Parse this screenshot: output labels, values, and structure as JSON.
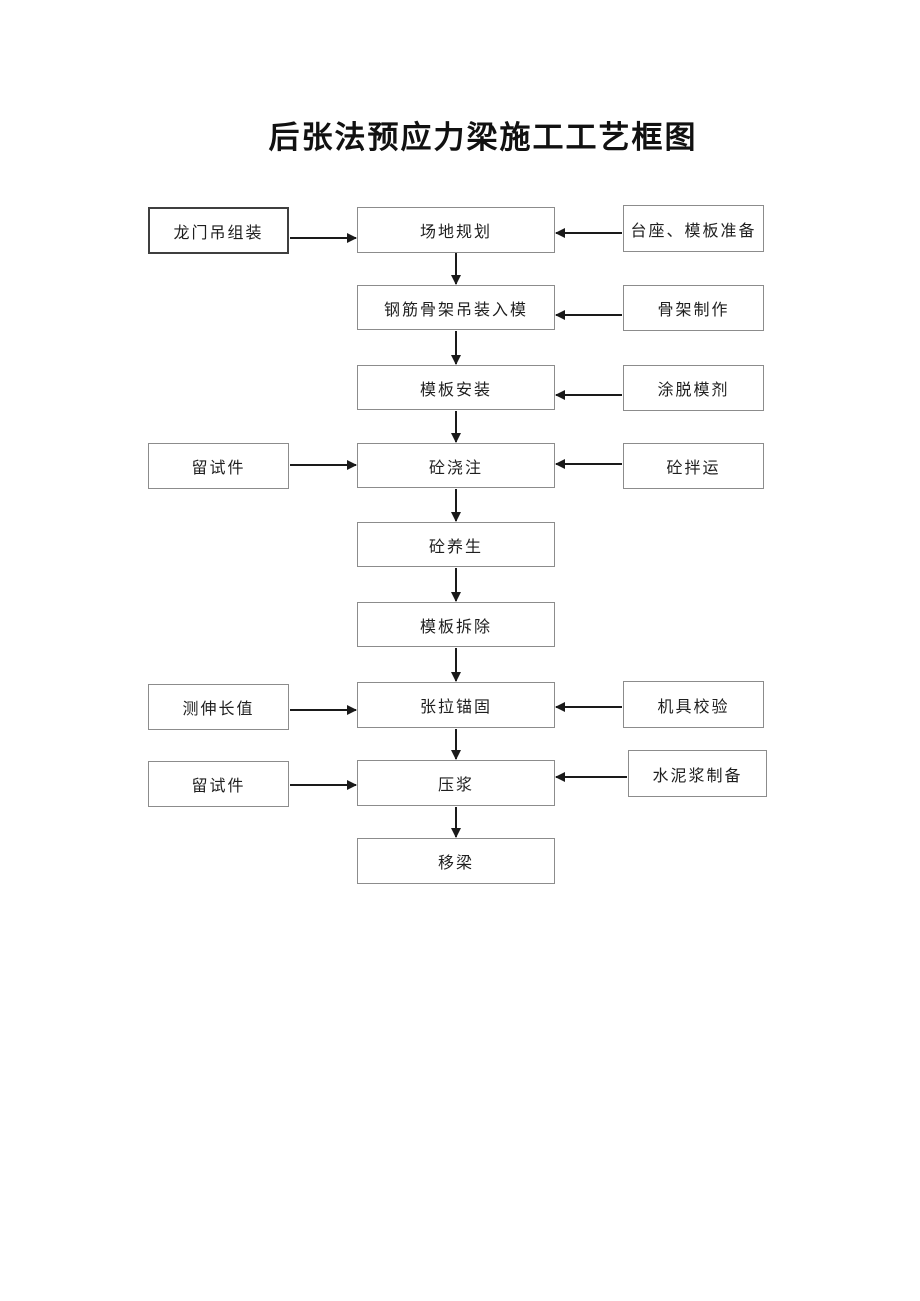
{
  "title": "后张法预应力梁施工工艺框图",
  "flow": {
    "main": [
      {
        "label": "场地规划"
      },
      {
        "label": "钢筋骨架吊装入模"
      },
      {
        "label": "模板安装"
      },
      {
        "label": "砼浇注"
      },
      {
        "label": "砼养生"
      },
      {
        "label": "模板拆除"
      },
      {
        "label": "张拉锚固"
      },
      {
        "label": "压浆"
      },
      {
        "label": "移梁"
      }
    ],
    "left": [
      {
        "label": "龙门吊组装"
      },
      {
        "label": "留试件"
      },
      {
        "label": "测伸长值"
      },
      {
        "label": "留试件"
      }
    ],
    "right": [
      {
        "label": "台座、模板准备"
      },
      {
        "label": "骨架制作"
      },
      {
        "label": "涂脱模剂"
      },
      {
        "label": "砼拌运"
      },
      {
        "label": "机具校验"
      },
      {
        "label": "水泥浆制备"
      }
    ]
  },
  "style": {
    "box_border_color": "#8c8c8c",
    "emphasis_border_color": "#3f3f3f",
    "arrow_color": "#1a1a1a",
    "background_color": "#ffffff"
  }
}
